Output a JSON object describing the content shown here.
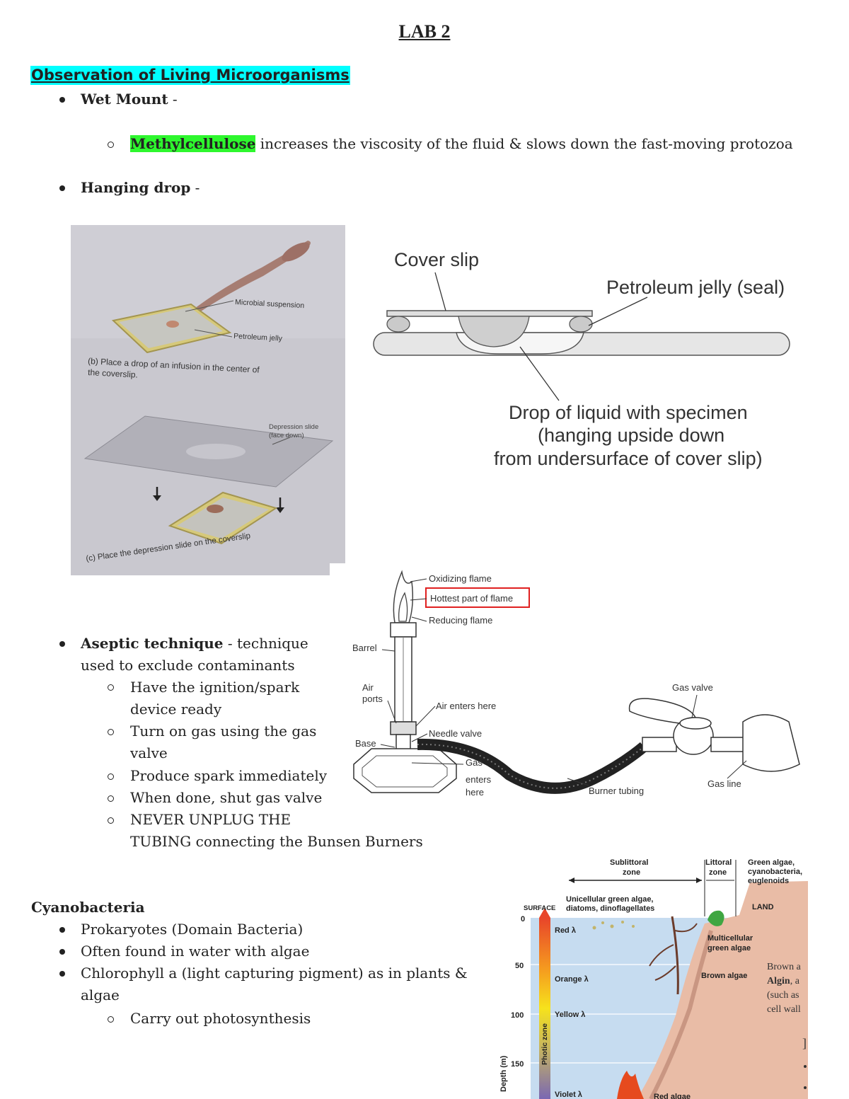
{
  "doc": {
    "title": "LAB 2",
    "section1": {
      "heading": "Observation of Living Microorganisms",
      "wet_mount": "Wet Mount",
      "wet_mount_dash": " -",
      "methyl_term": "Methylcellulose",
      "methyl_rest": " increases the viscosity of the fluid & slows down the fast-moving protozoa",
      "hanging_drop": "Hanging drop",
      "hanging_drop_dash": " -"
    },
    "photo_slide": {
      "microbial_suspension": "Microbial suspension",
      "petroleum_jelly": "Petroleum jelly",
      "caption_b_1": "(b) Place a drop of an infusion in the center of",
      "caption_b_2": "the coverslip.",
      "depression_1": "Depression slide",
      "depression_2": "(face down)",
      "caption_c": "(c) Place the depression slide on the coverslip"
    },
    "hanging_diagram": {
      "cover_slip": "Cover slip",
      "petroleum_seal": "Petroleum jelly (seal)",
      "drop_1": "Drop of liquid with specimen",
      "drop_2": "(hanging upside down",
      "drop_3": "from undersurface of cover slip)"
    },
    "aseptic": {
      "term": "Aseptic technique",
      "rest_1": " - technique",
      "rest_2": "used to exclude contaminants",
      "steps": [
        "Have the ignition/spark",
        "device ready",
        "Turn on gas using the gas",
        "valve",
        "Produce spark immediately",
        "When done, shut gas valve",
        "NEVER UNPLUG THE",
        "TUBING connecting the Bunsen Burners"
      ]
    },
    "burner": {
      "oxidizing": "Oxidizing flame",
      "hottest": "Hottest part of flame",
      "reducing": "Reducing flame",
      "barrel": "Barrel",
      "air_1": "Air",
      "air_2": "ports",
      "air_enters": "Air enters here",
      "needle": "Needle valve",
      "base": "Base",
      "gas_1": "Gas",
      "gas_2": "enters",
      "gas_3": "here",
      "tubing": "Burner tubing",
      "gas_valve": "Gas valve",
      "gas_line": "Gas line"
    },
    "cyano": {
      "heading": "Cyanobacteria",
      "items": [
        "Prokaryotes (Domain Bacteria)",
        "Often found in water with algae",
        "Chlorophyll a (light capturing pigment) as in plants &",
        "algae"
      ],
      "sub": "Carry out photosynthesis"
    },
    "zones": {
      "sublittoral_1": "Sublittoral",
      "sublittoral_2": "zone",
      "littoral_1": "Littoral",
      "littoral_2": "zone",
      "green_1": "Green algae,",
      "green_2": "cyanobacteria,",
      "green_3": "euglenoids",
      "unicellular_1": "Unicellular green algae,",
      "unicellular_2": "diatoms, dinoflagellates",
      "surface": "SURFACE",
      "land": "LAND",
      "red": "Red λ",
      "orange": "Orange λ",
      "yellow": "Yellow λ",
      "violet": "Violet λ",
      "multi_1": "Multicellular",
      "multi_2": "green algae",
      "brown": "Brown algae",
      "red_algae": "Red algae",
      "photic": "Photic zone",
      "depth": "Depth (m)",
      "ticks": [
        "0",
        "50",
        "100",
        "150"
      ],
      "side_1": "Brown a",
      "side_2a": "Algin",
      "side_2b": ", a",
      "side_3": "(such as",
      "side_4": "cell wall",
      "side_5": "]"
    }
  }
}
